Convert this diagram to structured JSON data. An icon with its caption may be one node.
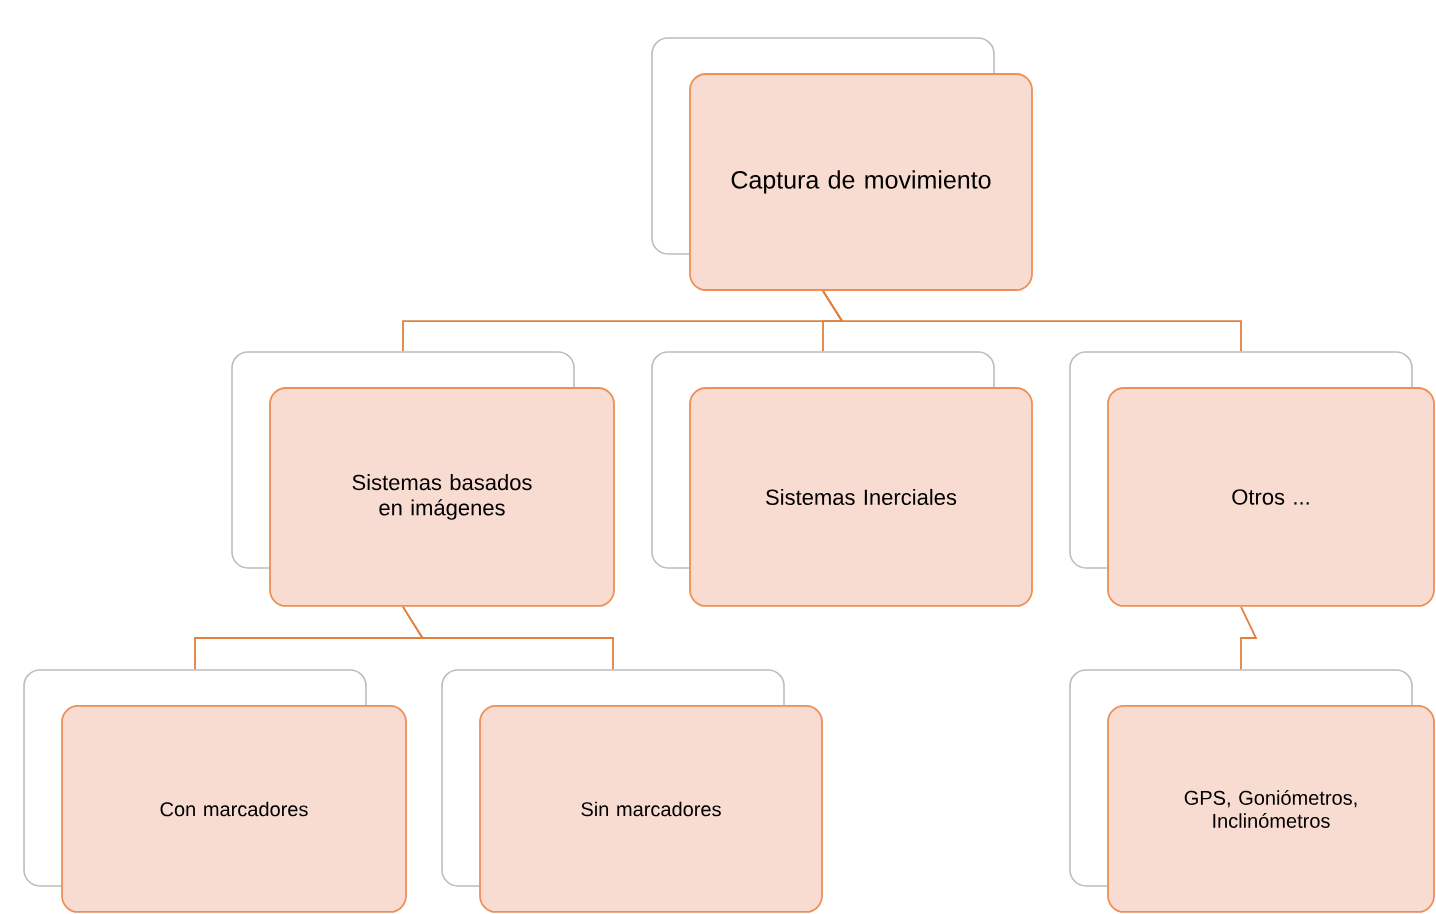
{
  "diagram": {
    "nodes": [
      {
        "text": [
          "Captura de movimiento"
        ]
      },
      {
        "text": [
          "Sistemas basados en imágenes"
        ]
      },
      {
        "text": [
          "Sistemas Inerciales"
        ]
      },
      {
        "text": [
          "Otros ..."
        ]
      },
      {
        "text": [
          "Con marcadores"
        ]
      },
      {
        "text": [
          "Sin marcadores"
        ]
      },
      {
        "text": [
          "GPS, Goniómetros, Inclinómetros"
        ]
      }
    ],
    "edges": [
      {
        "from": 0,
        "to": 1,
        "arrow": "none"
      },
      {
        "from": 0,
        "to": 2,
        "arrow": "none"
      },
      {
        "from": 0,
        "to": 3,
        "arrow": "none"
      },
      {
        "from": 1,
        "to": 4,
        "arrow": "none"
      },
      {
        "from": 1,
        "to": 5,
        "arrow": "none"
      },
      {
        "from": 3,
        "to": 6,
        "arrow": "none"
      }
    ]
  }
}
